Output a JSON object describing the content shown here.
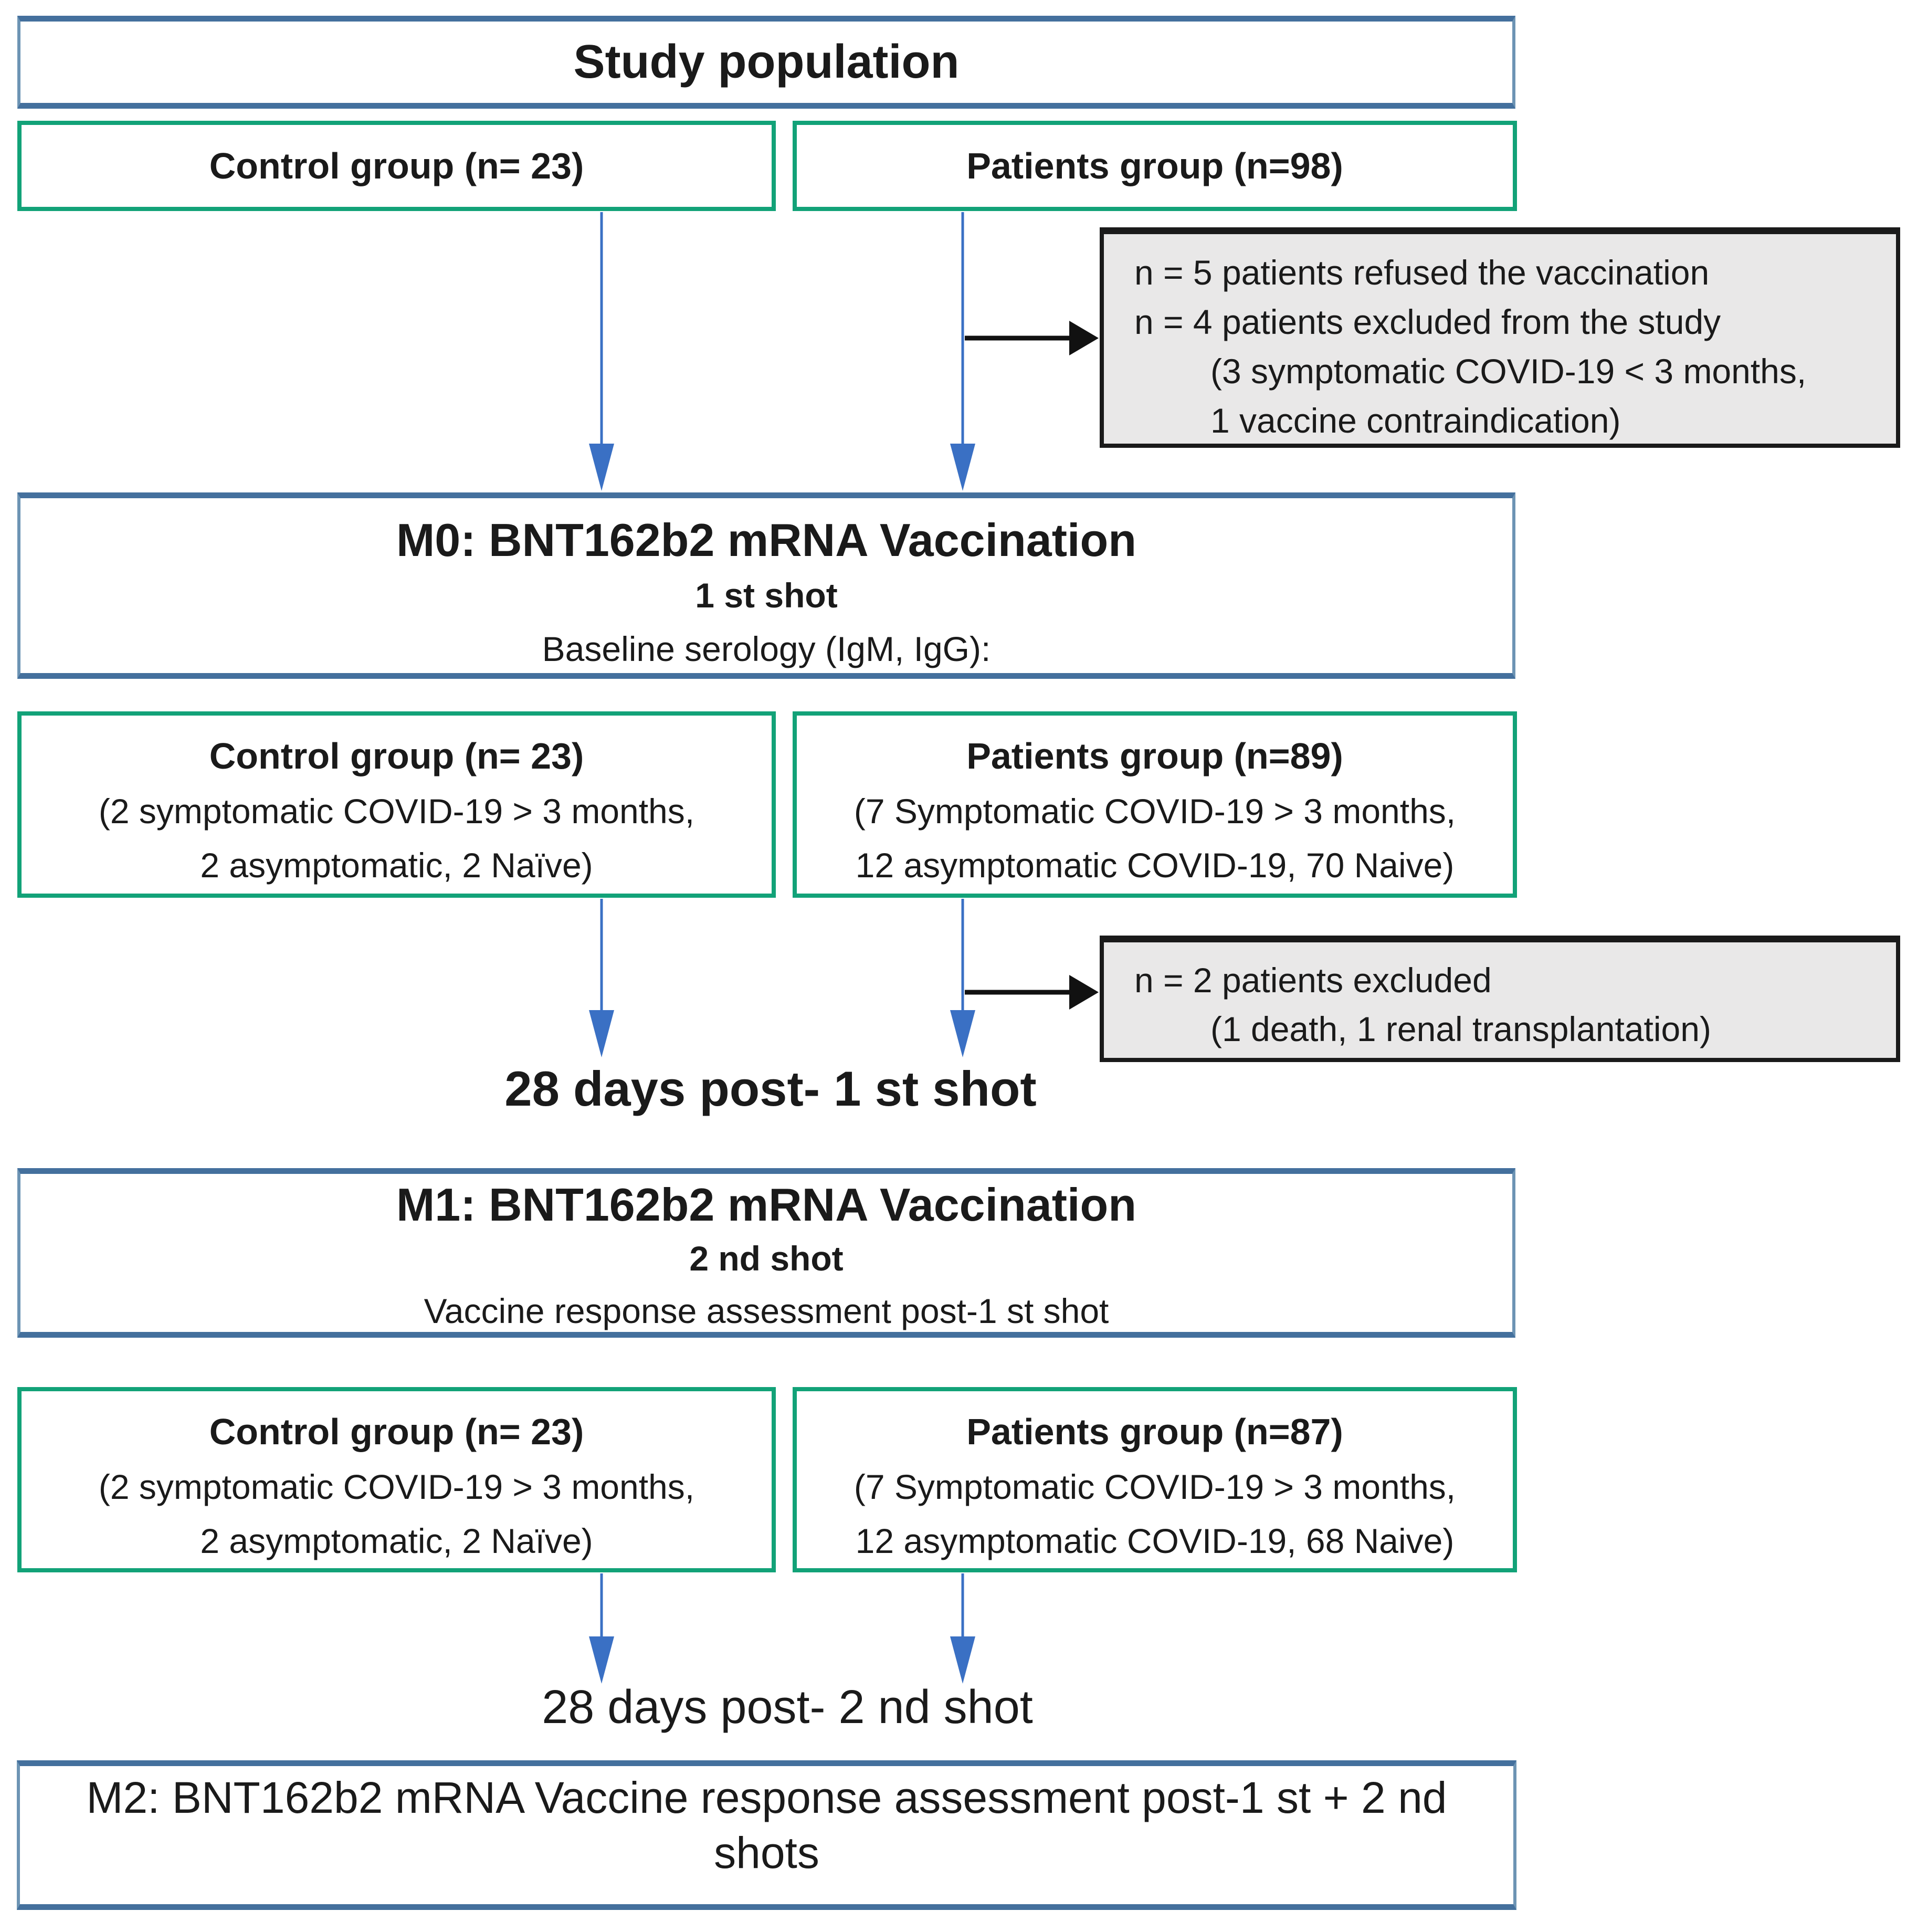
{
  "colors": {
    "blue-dark": "#44709d",
    "blue-light": "#6d94b4",
    "green": "#12a278",
    "arrow-blue": "#3a70c4",
    "gray-fill": "#e9e8e8",
    "ink": "#1a1a1a"
  },
  "study": {
    "title": "Study population"
  },
  "row1": {
    "control": "Control group (n= 23)",
    "patients": "Patients group (n=98)"
  },
  "exclusion1": {
    "line1": "n = 5 patients refused the vaccination",
    "line2": "n = 4 patients excluded from the study",
    "line3": "(3 symptomatic COVID-19 < 3 months,",
    "line4": "1 vaccine contraindication)"
  },
  "m0": {
    "title": "M0: BNT162b2 mRNA Vaccination",
    "subtitle": "1 st shot",
    "detail": "Baseline serology (IgM, IgG):"
  },
  "row2": {
    "control": {
      "title": "Control group (n= 23)",
      "line2": "(2 symptomatic COVID-19 > 3 months,",
      "line3": "2 asymptomatic, 2 Naïve)"
    },
    "patients": {
      "title": "Patients group (n=89)",
      "line2": "(7 Symptomatic COVID-19 > 3 months,",
      "line3": "12 asymptomatic COVID-19, 70 Naive)"
    }
  },
  "exclusion2": {
    "line1": "n = 2 patients excluded",
    "line2": "(1 death, 1 renal transplantation)"
  },
  "post_shot1_label": "28 days post- 1 st shot",
  "m1": {
    "title": "M1: BNT162b2 mRNA Vaccination",
    "subtitle": "2 nd shot",
    "detail": "Vaccine response assessment post-1 st shot"
  },
  "row3": {
    "control": {
      "title": "Control group (n= 23)",
      "line2": "(2 symptomatic COVID-19 > 3 months,",
      "line3": "2 asymptomatic, 2 Naïve)"
    },
    "patients": {
      "title": "Patients group (n=87)",
      "line2": "(7 Symptomatic COVID-19 > 3 months,",
      "line3": "12 asymptomatic COVID-19, 68 Naive)"
    }
  },
  "post_shot2_label": "28 days post- 2 nd shot",
  "m2": {
    "line1": "M2: BNT162b2 mRNA Vaccine response assessment post-1 st + 2 nd",
    "line2": "shots"
  }
}
